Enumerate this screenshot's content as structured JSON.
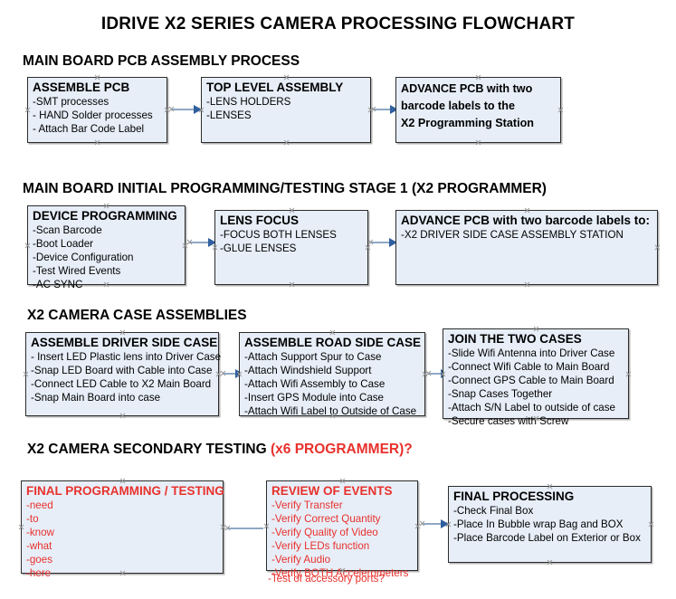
{
  "document": {
    "title": "IDRIVE X2  SERIES CAMERA PROCESSING FLOWCHART"
  },
  "sections": [
    {
      "id": "main-board-pcb-assembly",
      "title": "MAIN BOARD PCB ASSEMBLY PROCESS",
      "boxes": [
        {
          "header": "ASSEMBLE PCB",
          "lines": [
            "-SMT processes",
            "- HAND Solder processes",
            "- Attach Bar Code Label"
          ]
        },
        {
          "header": "TOP LEVEL ASSEMBLY",
          "lines": [
            "-LENS HOLDERS",
            "-LENSES"
          ]
        },
        {
          "header": "",
          "lines": [
            "ADVANCE PCB with two",
            "barcode labels to the",
            " X2 Programming Station"
          ]
        }
      ]
    },
    {
      "id": "main-board-initial-programming",
      "title": "MAIN BOARD INITIAL PROGRAMMING/TESTING STAGE 1 (X2 PROGRAMMER)",
      "boxes": [
        {
          "header": "DEVICE PROGRAMMING",
          "lines": [
            "-Scan Barcode",
            "-Boot Loader",
            "-Device Configuration",
            "-Test Wired Events",
            "-AC SYNC"
          ]
        },
        {
          "header": "LENS FOCUS",
          "lines": [
            "-FOCUS BOTH LENSES",
            "-GLUE LENSES"
          ]
        },
        {
          "header": "ADVANCE PCB with two barcode labels to:",
          "lines": [
            "-X2 DRIVER  SIDE  CASE  ASSEMBLY STATION"
          ]
        }
      ]
    },
    {
      "id": "x2-camera-case-assemblies",
      "title": "X2 CAMERA CASE ASSEMBLIES",
      "boxes": [
        {
          "header": "ASSEMBLE DRIVER SIDE CASE",
          "lines": [
            "- Insert LED Plastic lens into Driver Case",
            "-Snap LED Board with Cable into Case",
            "-Connect LED Cable to X2 Main Board",
            "-Snap Main Board into case"
          ]
        },
        {
          "header": "ASSEMBLE ROAD SIDE CASE",
          "lines": [
            "-Attach Support Spur to Case",
            "-Attach Windshield Support",
            "-Attach Wifi Assembly to Case",
            "-Insert GPS Module into Case",
            "-Attach Wifi Label to Outside of Case"
          ]
        },
        {
          "header": "JOIN THE TWO CASES",
          "lines": [
            "-Slide Wifi Antenna into Driver Case",
            "-Connect Wifi Cable to Main Board",
            "-Connect GPS Cable to Main Board",
            "-Snap Cases Together",
            "-Attach S/N Label to outside of case",
            "-Secure cases with Screw"
          ]
        }
      ]
    },
    {
      "id": "x2-camera-secondary-testing",
      "title": "X2 CAMERA SECONDARY TESTING ",
      "title_red": "(x6 PROGRAMMER)?",
      "boxes": [
        {
          "header": "FINAL PROGRAMMING / TESTING",
          "lines": [
            "-need",
            "-to",
            "-know",
            "-what",
            "-goes",
            "-here"
          ]
        },
        {
          "header": "REVIEW OF EVENTS",
          "lines": [
            "-Verify Transfer",
            "-Verify Correct Quantity",
            "-Verify Quality of Video",
            "-Verify LEDs function",
            "-Verify Audio",
            "-Verify BOTH Accelerometers"
          ],
          "overflow_line": "-Test of accessory ports?"
        },
        {
          "header": "FINAL PROCESSING",
          "lines": [
            " -Check Final Box",
            "-Place In Bubble wrap Bag and BOX",
            "-Place Barcode Label on Exterior or Box"
          ]
        }
      ]
    }
  ],
  "colors": {
    "box_fill": "#e7eef8",
    "box_border": "#2b2b2b",
    "connector": "#8ea9c4",
    "arrowhead": "#2f5f9e",
    "red_text": "#e8312c"
  }
}
